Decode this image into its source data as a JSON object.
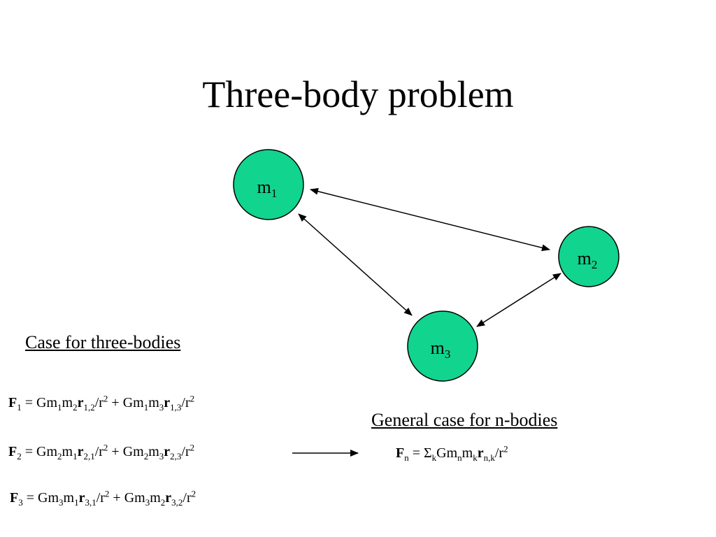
{
  "title": "Three-body problem",
  "bodies": [
    {
      "id": "m1",
      "base": "m",
      "sub": "1"
    },
    {
      "id": "m2",
      "base": "m",
      "sub": "2"
    },
    {
      "id": "m3",
      "base": "m",
      "sub": "3"
    }
  ],
  "colors": {
    "body_fill": "#11d48e",
    "body_stroke": "#000000",
    "arrow": "#000000"
  },
  "three_body_heading": "Case  for three-bodies",
  "n_body_heading": "General case for n-bodies",
  "equations": {
    "f1": {
      "F": "F",
      "Fsub": "1",
      "eq": " = Gm",
      "s1": "1",
      "m": "m",
      "s2": "2",
      "r": "r",
      "rsub": "1,2",
      "div": "/r",
      "pow": "2",
      "plus": " + Gm",
      "s3": "1",
      "m2": "m",
      "s4": "3",
      "r2": "r",
      "rsub2": "1,3",
      "div2": "/r",
      "pow2": "2"
    },
    "f2": {
      "F": "F",
      "Fsub": "2",
      "eq": " = Gm",
      "s1": "2",
      "m": "m",
      "s2": "1",
      "r": "r",
      "rsub": "2,1",
      "div": "/r",
      "pow": "2",
      "plus": " + Gm",
      "s3": "2",
      "m2": "m",
      "s4": "3",
      "r2": "r",
      "rsub2": "2,3",
      "div2": "/r",
      "pow2": "2"
    },
    "f3": {
      "F": "F",
      "Fsub": "3",
      "eq": " = Gm",
      "s1": "3",
      "m": "m",
      "s2": "1",
      "r": "r",
      "rsub": "3,1",
      "div": "/r",
      "pow": "2",
      "plus": " + Gm",
      "s3": "3",
      "m2": "m",
      "s4": "2",
      "r2": "r",
      "rsub2": "3,2",
      "div2": "/r",
      "pow2": "2"
    },
    "fn": {
      "F": "F",
      "Fsub": "n",
      "eq": " = ",
      "sigma": "Σ",
      "ssub": "k",
      "g": "Gm",
      "s1": "n",
      "m": "m",
      "s2": "k",
      "r": "r",
      "rsub": "n,k",
      "div": "/r",
      "pow": "2"
    }
  }
}
